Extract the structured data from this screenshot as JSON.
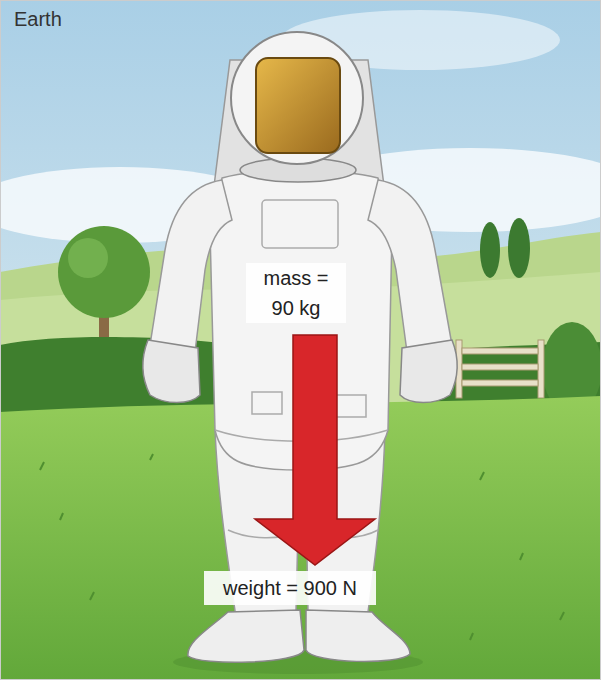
{
  "diagram": {
    "nodes": [
      {
        "text": [
          "mass = 90 kg"
        ]
      },
      {
        "text": [
          "weight = 900 N"
        ]
      }
    ],
    "edges": [
      {
        "from": 0,
        "to": 1,
        "arrow": "to"
      }
    ],
    "labels": [
      "Earth"
    ]
  }
}
